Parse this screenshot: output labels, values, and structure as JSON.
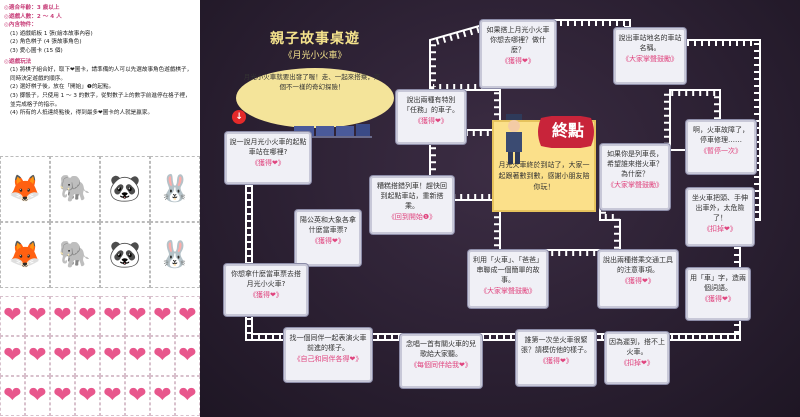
{
  "rules": {
    "age": "◎適合年齡：3 歲以上",
    "players": "◎遊戲人數：2 ～ 4 人",
    "contents_title": "◎內含物件：",
    "contents": [
      "(1) 遊戲紙板 1 張(繪本故事內容)",
      "(2) 角色棋子 (4 張故事角色)",
      "(3) 愛心圖卡 (15 個)"
    ],
    "how_title": "◎遊戲玩法",
    "how": [
      "(1) 將棋子組合好，取下❤圖卡，請準備的人可以先選故事角色遊戲棋子，同時決定遊戲的順序。",
      "(2) 選好棋子後，放在「開始」❶的起點。",
      "(3) 擲骰子，只使用 1 ～ 3 的數字，從對數子上的數字前進停在格子裡，並完成格子的指示。",
      "(4) 所有的人抵達終點後，得到最多❤圖卡的人就是贏家。"
    ]
  },
  "pieces": [
    "🦊",
    "🐘",
    "🐼",
    "🐰",
    "🦊",
    "🐘",
    "🐼",
    "🐰"
  ],
  "hearts": [
    "❤",
    "❤",
    "❤",
    "❤",
    "❤",
    "❤",
    "❤",
    "❤",
    "❤",
    "❤",
    "❤",
    "❤",
    "❤",
    "❤",
    "❤",
    "❤",
    "❤",
    "❤",
    "❤",
    "❤",
    "❤",
    "❤",
    "❤",
    "❤"
  ],
  "board": {
    "title": "親子故事桌遊",
    "subtitle": "《月光小火車》",
    "intro": "月光小火車就要出發了喔！走、一起來搭乘，來個不一樣的奇幻探險！",
    "start_marker": "↓",
    "end_label": "終點",
    "end_text": "月光火車終於到站了，大家一起跟著數到數，感謝小朋友陪你玩！",
    "cards": [
      {
        "text": "說一說月光小火車的起點車站在哪裡?",
        "action": "《獲得❤》"
      },
      {
        "text": "陽公英和大象各拿什麼當車票?",
        "action": "《獲得❤》"
      },
      {
        "text": "你想拿什麼當車票去搭月光小火車?",
        "action": "《獲得❤》"
      },
      {
        "text": "找一個同伴一起表演火車前進的樣子。",
        "action": "《自己和同伴各得❤》"
      },
      {
        "text": "念唱一首有關火車的兒歌給大家聽。",
        "action": "《每個同伴給我❤》"
      },
      {
        "text": "誰第一次坐火車很緊張？請模仿他的樣子。",
        "action": "《獲得❤》"
      },
      {
        "text": "因為遲到，搭不上火車。",
        "action": "《扣掉❤》"
      },
      {
        "text": "用「車」字，造兩個詞語。",
        "action": "《獲得❤》"
      },
      {
        "text": "坐火車把頭、手伸出車外，太危險了！",
        "action": "《扣掉❤》"
      },
      {
        "text": "啊，火車故障了，停車修理……",
        "action": "《暫停一次》"
      },
      {
        "text": "說出車站地名的車站名稱。",
        "action": "《大家掌聲鼓勵》"
      },
      {
        "text": "如果搭上月光小火車你想去哪裡？做什麼？",
        "action": "《獲得❤》"
      },
      {
        "text": "說出兩種有特別「任務」的車子。",
        "action": "《獲得❤》"
      },
      {
        "text": "糟糕搭錯列車！趕快回到起點車站，重新搭乘。",
        "action": "《回到開始❶》"
      },
      {
        "text": "利用「火車」、「爸爸」串聯成一個簡單的故事。",
        "action": "《大家掌聲鼓勵》"
      },
      {
        "text": "說出兩種搭乘交通工具的注意事項。",
        "action": "《獲得❤》"
      },
      {
        "text": "如果你是列車長，希望誰來搭火車？為什麼？",
        "action": "《大家掌聲鼓勵》"
      }
    ]
  },
  "colors": {
    "board_bg": "#2a1f31",
    "track": "#ffffff",
    "card_bg": "#f0f0f6",
    "heart": "#e8578d",
    "title": "#f4e28c",
    "end_bg": "#fbe08a",
    "end_badge": "#c8243a"
  }
}
